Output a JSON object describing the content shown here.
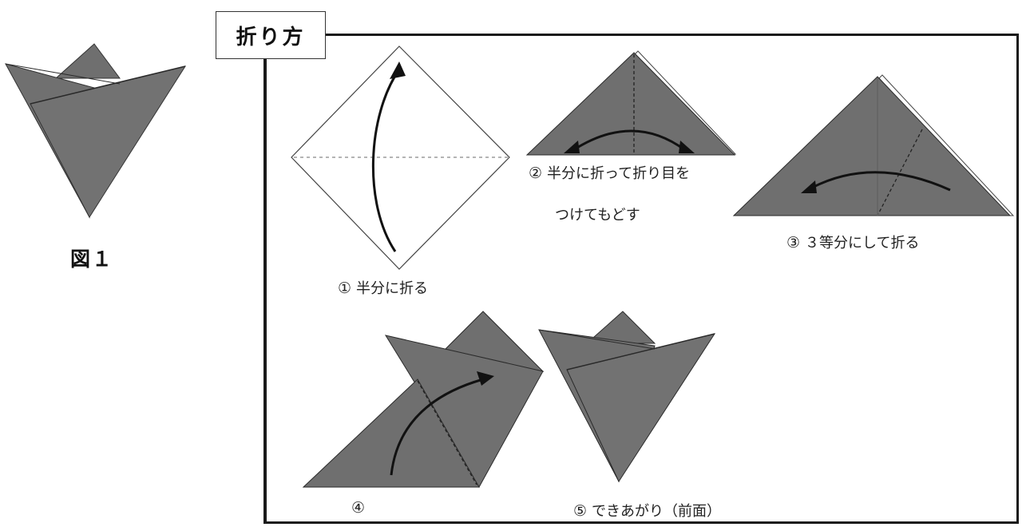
{
  "figure": {
    "caption": "図１"
  },
  "panel": {
    "title": "折り方"
  },
  "steps": [
    {
      "number": "①",
      "text": "半分に折る"
    },
    {
      "number": "②",
      "text_line1": "半分に折って折り目を",
      "text_line2": "つけてもどす"
    },
    {
      "number": "③",
      "text": "３等分にして折る"
    },
    {
      "number": "④",
      "text": ""
    },
    {
      "number": "⑤",
      "text": "できあがり（前面）"
    }
  ],
  "colors": {
    "paper_fill": "#6f6f6f",
    "paper_edge": "#2a2a2a",
    "frame": "#1a1a1a"
  }
}
